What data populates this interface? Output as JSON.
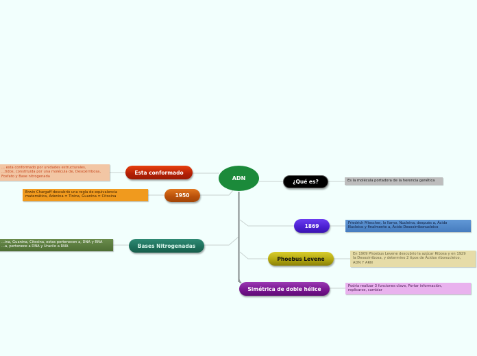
{
  "root": {
    "label": "ADN",
    "color": "#1b8a3a"
  },
  "left_branches": [
    {
      "label": "Esta conformado",
      "color": "#c22a0a",
      "note": {
        "lines": [
          "... esta conformado por unidades estructurales,",
          "...tidos, constituida por una molécula de, Desoxirribosa,",
          "Fosfato y Base nitrogenada"
        ],
        "bg": "#f2c6a4",
        "text_color": "#c6461c"
      }
    },
    {
      "label": "1950",
      "color": "#c15a0e",
      "note": {
        "lines": [
          "Erwin Chargaff descubrió una regla de equivalencia",
          "matemática, Adenina = Tinina, Guanina = Citosina"
        ],
        "bg": "#f09a1e",
        "text_color": "#3a2000"
      }
    },
    {
      "label": "Bases Nitrogenadas",
      "color": "#1e7560",
      "note": {
        "lines": [
          "...ina, Guanina, Citosina, estas pertenecen a, DNA y RNA",
          "...a, pertenece a DNA y Uracilo a RNA"
        ],
        "bg": "#577a3c",
        "text_color": "#ffffff"
      }
    }
  ],
  "right_branches": [
    {
      "label": "¿Qué es?",
      "color": "#000000",
      "note": {
        "lines": [
          "Es la molécula portadora de la herencia genética"
        ],
        "bg": "#bdbdbd",
        "text_color": "#222222"
      }
    },
    {
      "label": "1869",
      "color": "#4a1fd0",
      "note": {
        "lines": [
          "Friedrich Miescher, lo llamo, Nucleina, después a, Ácido",
          "Nucleico y finalmente a, Ácido Desoxirribonucleico"
        ],
        "bg": "#4f86c8",
        "text_color": "#0d1a3a"
      }
    },
    {
      "label": "Phoebus Levene",
      "color": "#b3a810",
      "note": {
        "lines": [
          "En 1909 Phoebus Levene descubrio la azúcar Ribosa y en 1929",
          "la Desoxirribosa, y determino 2 tipos de Ácidos ribonucleico,",
          "ADN Y ARN"
        ],
        "bg": "#e6dca8",
        "text_color": "#6a6440"
      }
    },
    {
      "label": "Simétrica de doble hélice",
      "color": "#76148e",
      "note": {
        "lines": [
          "Podría realizar 3 funciones clave, Portar información,",
          "replicarse, cambiar"
        ],
        "bg": "#e9b2ee",
        "text_color": "#4a1a52"
      }
    }
  ]
}
